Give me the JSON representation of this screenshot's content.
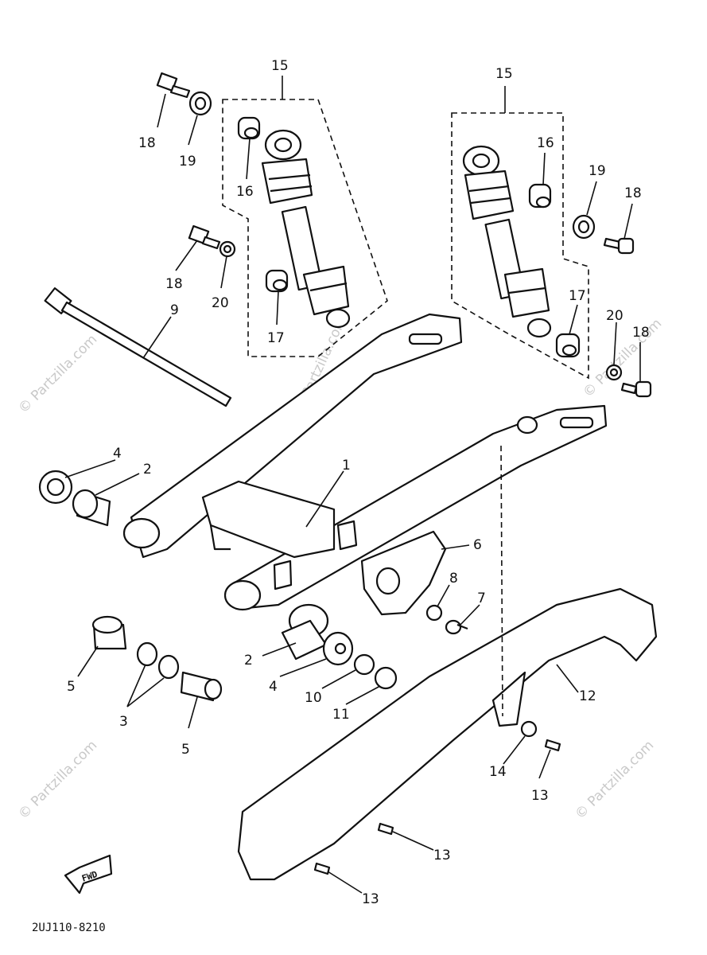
{
  "callouts": [
    {
      "id": "c15a",
      "text": "15"
    },
    {
      "id": "c15b",
      "text": "15"
    },
    {
      "id": "c16a",
      "text": "16"
    },
    {
      "id": "c16b",
      "text": "16"
    },
    {
      "id": "c17a",
      "text": "17"
    },
    {
      "id": "c17b",
      "text": "17"
    },
    {
      "id": "c18a",
      "text": "18"
    },
    {
      "id": "c18b",
      "text": "18"
    },
    {
      "id": "c18c",
      "text": "18"
    },
    {
      "id": "c18d",
      "text": "18"
    },
    {
      "id": "c19a",
      "text": "19"
    },
    {
      "id": "c19b",
      "text": "19"
    },
    {
      "id": "c20a",
      "text": "20"
    },
    {
      "id": "c20b",
      "text": "20"
    },
    {
      "id": "c9",
      "text": "9"
    },
    {
      "id": "c4a",
      "text": "4"
    },
    {
      "id": "c4b",
      "text": "4"
    },
    {
      "id": "c2a",
      "text": "2"
    },
    {
      "id": "c2b",
      "text": "2"
    },
    {
      "id": "c1",
      "text": "1"
    },
    {
      "id": "c6",
      "text": "6"
    },
    {
      "id": "c8",
      "text": "8"
    },
    {
      "id": "c7",
      "text": "7"
    },
    {
      "id": "c12",
      "text": "12"
    },
    {
      "id": "c10",
      "text": "10"
    },
    {
      "id": "c11",
      "text": "11"
    },
    {
      "id": "c5a",
      "text": "5"
    },
    {
      "id": "c5b",
      "text": "5"
    },
    {
      "id": "c3",
      "text": "3"
    },
    {
      "id": "c14",
      "text": "14"
    },
    {
      "id": "c13a",
      "text": "13"
    },
    {
      "id": "c13b",
      "text": "13"
    },
    {
      "id": "c13c",
      "text": "13"
    }
  ],
  "fwd_badge": "FWD",
  "diagram_code": "2UJ110-8210",
  "watermark": "© Partzilla.com"
}
